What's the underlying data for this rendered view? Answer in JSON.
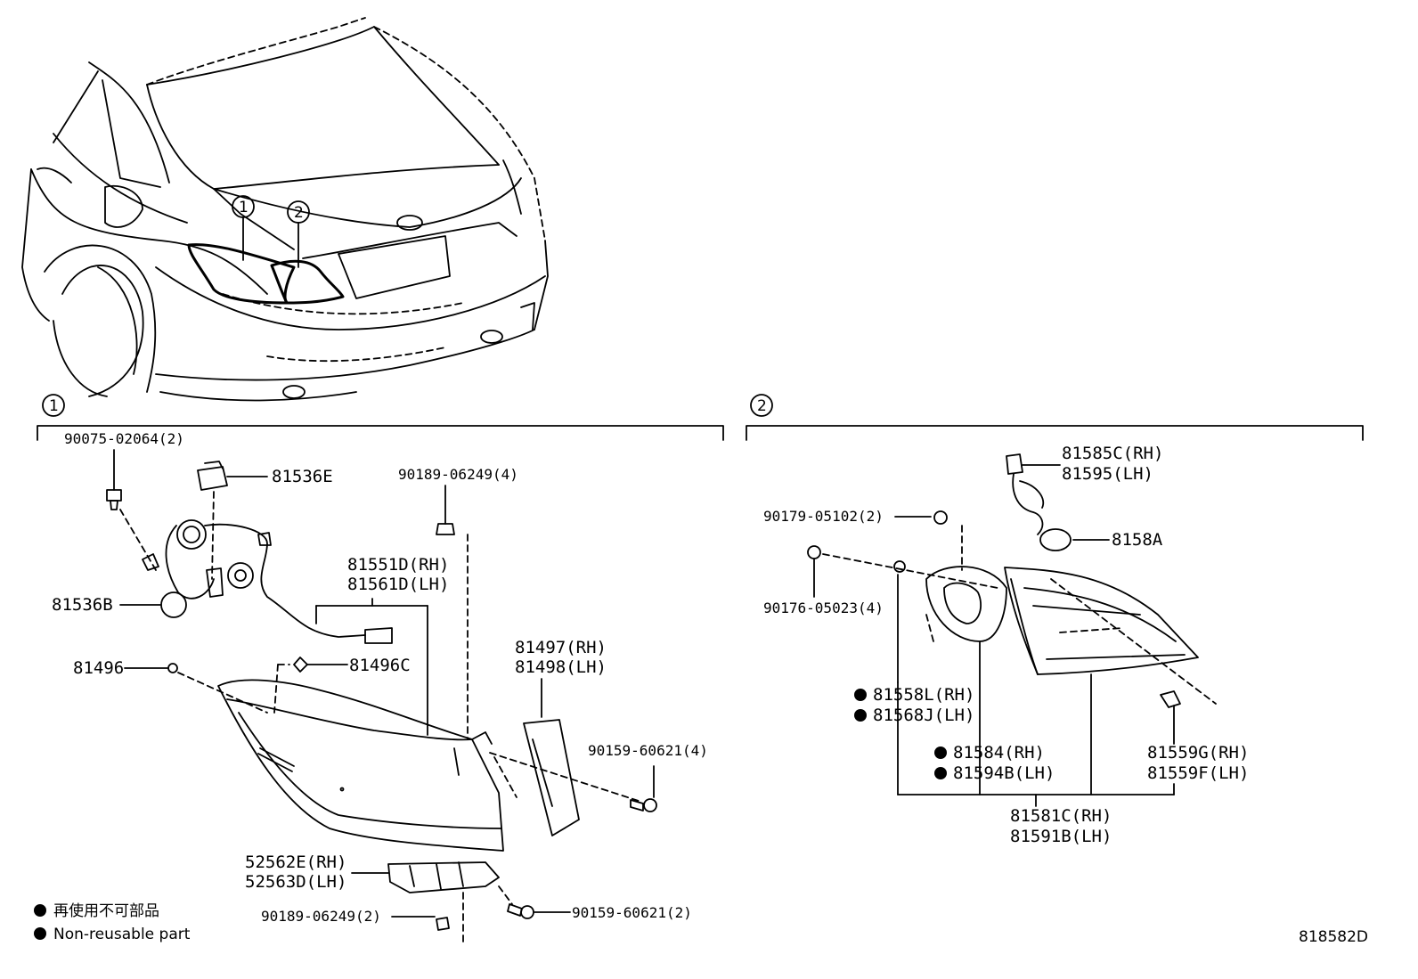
{
  "callouts": {
    "one": "1",
    "two": "2"
  },
  "section1": {
    "marker": "1",
    "labels": {
      "p90075": "90075-02064(2)",
      "p81536E": "81536E",
      "p90189top": "90189-06249(4)",
      "p81536B": "81536B",
      "p81551D": "81551D(RH)",
      "p81561D": "81561D(LH)",
      "p81497": "81497(RH)",
      "p81498": "81498(LH)",
      "p81496": "81496",
      "p81496C": "81496C",
      "p90159a": "90159-60621(4)",
      "p52562E": "52562E(RH)",
      "p52563D": "52563D(LH)",
      "p90189bot": "90189-06249(2)",
      "p90159b": "90159-60621(2)"
    }
  },
  "section2": {
    "marker": "2",
    "labels": {
      "p81585C": "81585C(RH)",
      "p81595": "81595(LH)",
      "p90179": "90179-05102(2)",
      "p8158A": "8158A",
      "p90176": "90176-05023(4)",
      "p81558L": "81558L(RH)",
      "p81568J": "81568J(LH)",
      "p81584": "81584(RH)",
      "p81594B": "81594B(LH)",
      "p81559G": "81559G(RH)",
      "p81559F": "81559F(LH)",
      "p81581C": "81581C(RH)",
      "p81591B": "81591B(LH)"
    }
  },
  "legend": {
    "japanese": "再使用不可部品",
    "english": "Non-reusable part"
  },
  "diagram_code": "818582D"
}
